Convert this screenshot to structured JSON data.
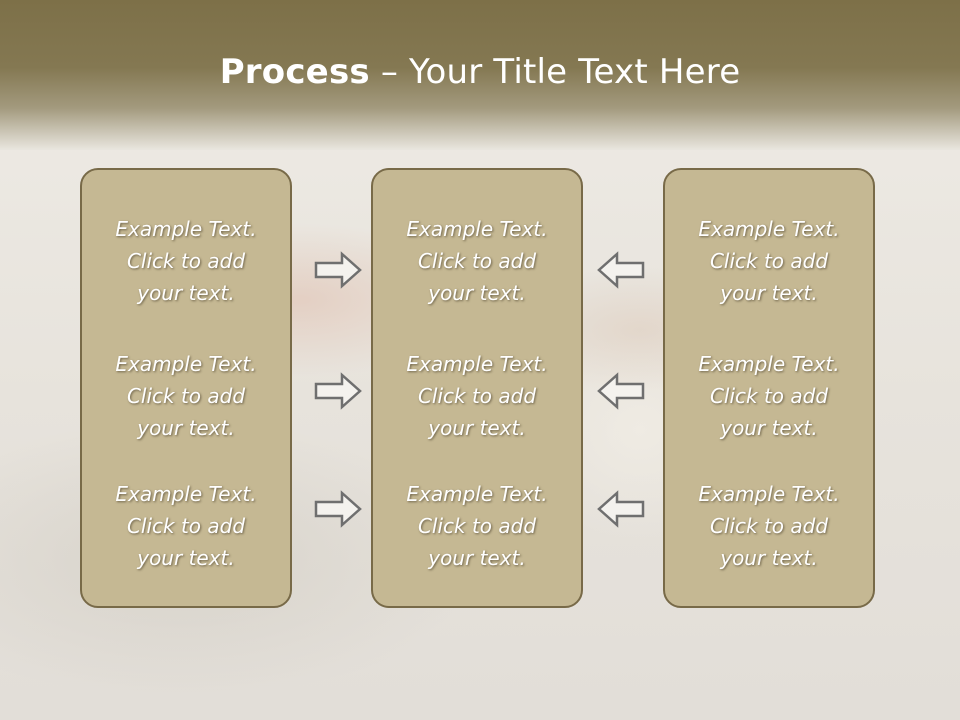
{
  "title": {
    "bold": "Process",
    "rest": " – Your Title Text Here"
  },
  "columns": [
    {
      "items": [
        {
          "line1": "Example Text.",
          "line2": "Click  to add",
          "line3": "your text."
        },
        {
          "line1": "Example Text.",
          "line2": "Click  to add",
          "line3": "your text."
        },
        {
          "line1": "Example Text.",
          "line2": "Click  to add",
          "line3": "your text."
        }
      ]
    },
    {
      "items": [
        {
          "line1": "Example Text.",
          "line2": "Click  to add",
          "line3": "your text."
        },
        {
          "line1": "Example Text.",
          "line2": "Click  to add",
          "line3": "your text."
        },
        {
          "line1": "Example Text.",
          "line2": "Click  to add",
          "line3": "your text."
        }
      ]
    },
    {
      "items": [
        {
          "line1": "Example Text.",
          "line2": "Click  to add",
          "line3": "your text."
        },
        {
          "line1": "Example Text.",
          "line2": "Click  to add",
          "line3": "your text."
        },
        {
          "line1": "Example Text.",
          "line2": "Click  to add",
          "line3": "your text."
        }
      ]
    }
  ],
  "arrows": {
    "left_group": "right-arrow-icon",
    "right_group": "left-arrow-icon"
  },
  "colors": {
    "header": "#847852",
    "card_fill": "#c5b893",
    "card_border": "#786a48",
    "text": "#ffffff"
  }
}
